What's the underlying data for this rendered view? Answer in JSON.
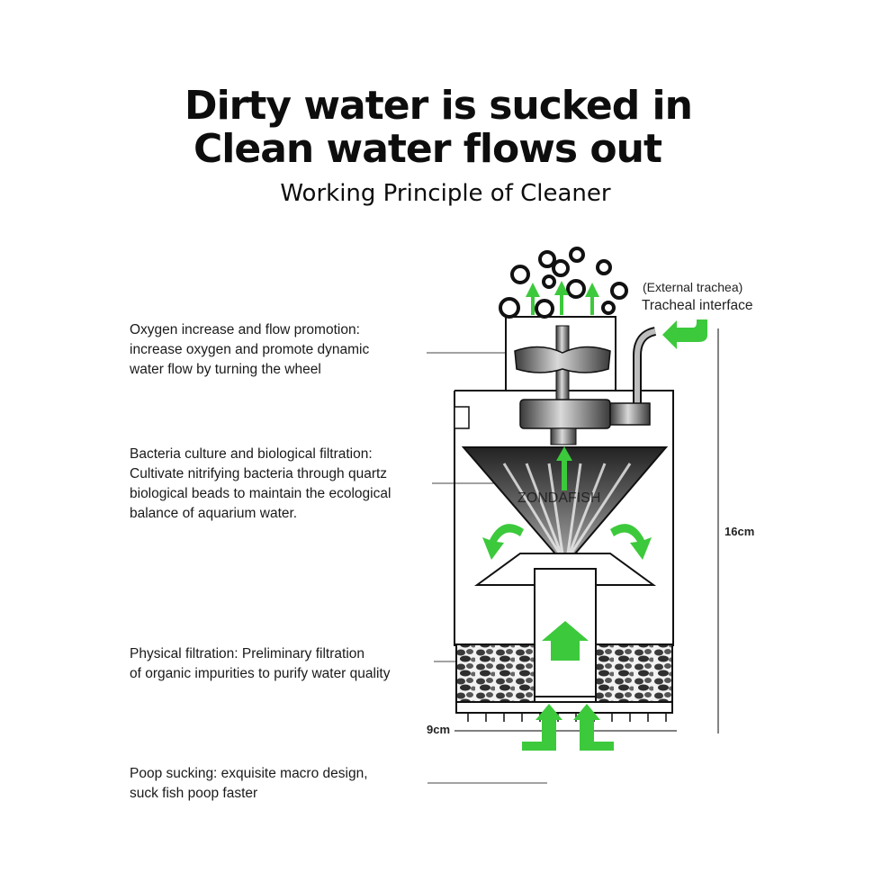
{
  "titles": {
    "line1": "Dirty water is sucked in",
    "line2": "Clean water flows out",
    "subtitle": "Working Principle of Cleaner"
  },
  "labels": {
    "oxygen": "Oxygen increase and flow promotion:\nincrease oxygen and promote dynamic\nwater flow by turning the wheel",
    "bacteria": "Bacteria culture and biological filtration:\nCultivate nitrifying bacteria through quartz\nbiological beads to maintain the ecological\nbalance of aquarium water.",
    "physical": "Physical filtration: Preliminary filtration\nof organic impurities to purify water quality",
    "poop": "Poop sucking: exquisite macro design,\nsuck fish poop faster",
    "external": "(External trachea)",
    "tracheal": "Tracheal interface",
    "brand": "ZONDAFISH"
  },
  "dimensions": {
    "height": "16cm",
    "width": "9cm"
  },
  "colors": {
    "arrow": "#3cc93c",
    "outline": "#111111",
    "fill_dark": "#555555",
    "fill_mid": "#9a9a9a"
  }
}
